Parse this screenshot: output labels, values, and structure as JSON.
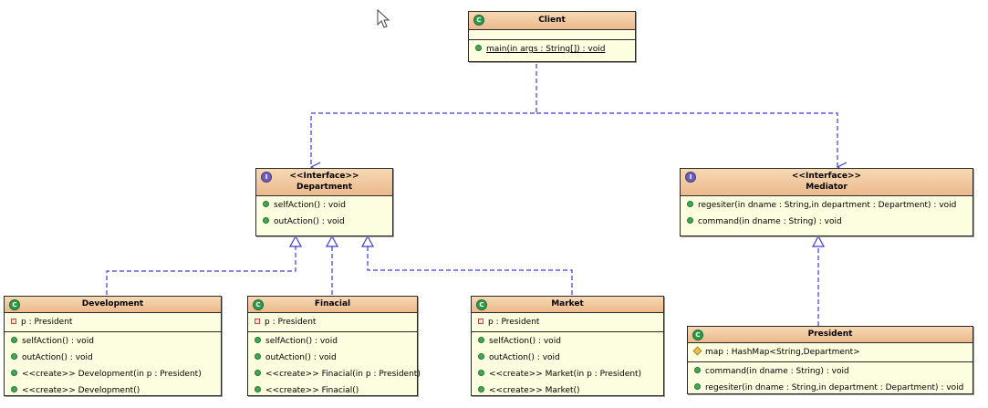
{
  "classes": {
    "client": {
      "title": "Client",
      "fields": [],
      "methods": [
        {
          "text": "main(in args : String[]) : void",
          "vis": "pub",
          "static": true
        }
      ]
    },
    "department": {
      "stereotype": "<<Interface>>",
      "title": "Department",
      "methods": [
        {
          "text": "selfAction() : void",
          "vis": "pub"
        },
        {
          "text": "outAction() : void",
          "vis": "pub"
        }
      ]
    },
    "mediator": {
      "stereotype": "<<Interface>>",
      "title": "Mediator",
      "methods": [
        {
          "text": "regesiter(in dname : String,in department : Department) : void",
          "vis": "pub"
        },
        {
          "text": "command(in dname : String) : void",
          "vis": "pub"
        }
      ]
    },
    "development": {
      "title": "Development",
      "fields": [
        {
          "text": "p : President",
          "vis": "priv"
        }
      ],
      "methods": [
        {
          "text": "selfAction() : void",
          "vis": "pub"
        },
        {
          "text": "outAction() : void",
          "vis": "pub"
        },
        {
          "text": "<<create>> Development(in p : President)",
          "vis": "pub"
        },
        {
          "text": "<<create>> Development()",
          "vis": "pub"
        }
      ]
    },
    "finacial": {
      "title": "Finacial",
      "fields": [
        {
          "text": "p : President",
          "vis": "priv"
        }
      ],
      "methods": [
        {
          "text": "selfAction() : void",
          "vis": "pub"
        },
        {
          "text": "outAction() : void",
          "vis": "pub"
        },
        {
          "text": "<<create>> Finacial(in p : President)",
          "vis": "pub"
        },
        {
          "text": "<<create>> Finacial()",
          "vis": "pub"
        }
      ]
    },
    "market": {
      "title": "Market",
      "fields": [
        {
          "text": "p : President",
          "vis": "priv"
        }
      ],
      "methods": [
        {
          "text": "selfAction() : void",
          "vis": "pub"
        },
        {
          "text": "outAction() : void",
          "vis": "pub"
        },
        {
          "text": "<<create>> Market(in p : President)",
          "vis": "pub"
        },
        {
          "text": "<<create>> Market()",
          "vis": "pub"
        }
      ]
    },
    "president": {
      "title": "President",
      "fields": [
        {
          "text": "map : HashMap<String,Department>",
          "vis": "prot"
        }
      ],
      "methods": [
        {
          "text": "command(in dname : String) : void",
          "vis": "pub"
        },
        {
          "text": "regesiter(in dname : String,in department : Department) : void",
          "vis": "pub"
        }
      ]
    }
  },
  "colors": {
    "header": "#f4c99a",
    "body": "#fdfde0",
    "connector": "#3a3ad8"
  }
}
